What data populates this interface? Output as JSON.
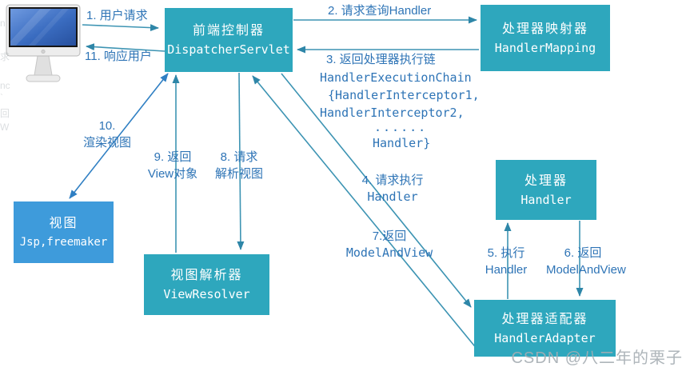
{
  "nodes": {
    "dispatcher": {
      "cn": "前端控制器",
      "en": "DispatcherServlet"
    },
    "mapping": {
      "cn": "处理器映射器",
      "en": "HandlerMapping"
    },
    "handler": {
      "cn": "处理器",
      "en": "Handler"
    },
    "adapter": {
      "cn": "处理器适配器",
      "en": "HandlerAdapter"
    },
    "view_resolver": {
      "cn": "视图解析器",
      "en": "ViewResolver"
    },
    "view": {
      "cn": "视图",
      "en": "Jsp,freemaker"
    }
  },
  "edges": {
    "e1": {
      "lines": [
        "1. 用户请求"
      ]
    },
    "e2": {
      "lines": [
        "2. 请求查询Handler"
      ]
    },
    "e3": {
      "lines": [
        "3. 返回处理器执行链",
        "HandlerExecutionChain",
        "{HandlerInterceptor1,",
        "HandlerInterceptor2,",
        "......",
        "Handler}"
      ]
    },
    "e4": {
      "lines": [
        "4. 请求执行",
        "Handler"
      ]
    },
    "e5": {
      "lines": [
        "5. 执行",
        "Handler"
      ]
    },
    "e6": {
      "lines": [
        "6. 返回",
        "ModelAndView"
      ]
    },
    "e7": {
      "lines": [
        "7.返回",
        "ModelAndView"
      ]
    },
    "e8": {
      "lines": [
        "8. 请求",
        "解析视图"
      ]
    },
    "e9": {
      "lines": [
        "9. 返回",
        "View对象"
      ]
    },
    "e10": {
      "lines": [
        "10.",
        "渲染视图"
      ]
    },
    "e11": {
      "lines": [
        "11. 响应用户"
      ]
    }
  },
  "watermark": "CSDN @八二年的栗子",
  "colors": {
    "box_teal": "#2EA7BD",
    "box_blue": "#3E9BDB",
    "label_text": "#2E74B6",
    "line": "#3D94B3",
    "line_alt": "#2F7FC3",
    "box_text": "#FFFFFF",
    "watermark": "#A5ADB3"
  },
  "artifacts": [
    "n",
    "求",
    "nc",
    "`",
    "回",
    "W"
  ]
}
